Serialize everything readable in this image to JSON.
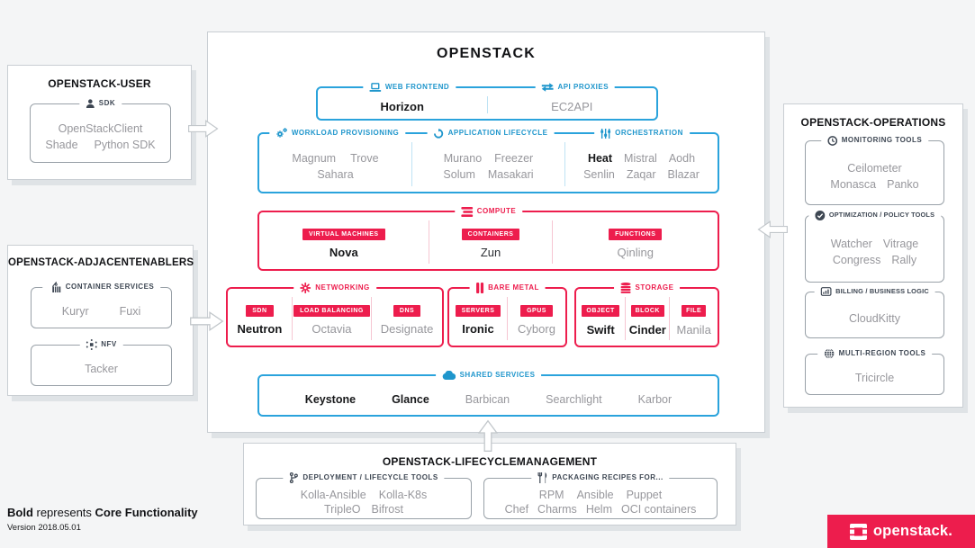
{
  "colors": {
    "brand_red": "#ed1d4d",
    "brand_blue": "#2aa3dc",
    "label_blue": "#1f96cc",
    "dark_navy": "#3e4753",
    "gray_text": "#97979c",
    "black_text": "#17181a",
    "background": "#f4f5f6"
  },
  "user_panel": {
    "title": "OPENSTACK-USER",
    "sdk": {
      "label": "SDK",
      "icon": "person-icon",
      "line1": [
        "OpenStackClient"
      ],
      "line2": [
        "Shade",
        "Python SDK"
      ]
    }
  },
  "adjacent_panel": {
    "title": "OPENSTACK-ADJACENTENABLERS",
    "container_services": {
      "label": "CONTAINER SERVICES",
      "icon": "crane-icon",
      "items": [
        "Kuryr",
        "Fuxi"
      ]
    },
    "nfv": {
      "label": "NFV",
      "icon": "nfv-node-icon",
      "items": [
        "Tacker"
      ]
    }
  },
  "openstack_panel": {
    "title": "OPENSTACK",
    "web_frontend": {
      "label": "WEB FRONTEND",
      "icon": "laptop-icon",
      "items": [
        "Horizon"
      ]
    },
    "api_proxies": {
      "label": "API PROXIES",
      "icon": "swap-arrows-icon",
      "items": [
        "EC2API"
      ]
    },
    "workload_provisioning": {
      "label": "WORKLOAD PROVISIONING",
      "icon": "gears-icon",
      "row1": [
        "Magnum",
        "Trove"
      ],
      "row2": [
        "Sahara"
      ]
    },
    "application_lifecycle": {
      "label": "APPLICATION LIFECYCLE",
      "icon": "refresh-icon",
      "row1": [
        "Murano",
        "Freezer"
      ],
      "row2": [
        "Solum",
        "Masakari"
      ]
    },
    "orchestration": {
      "label": "ORCHESTRATION",
      "icon": "sliders-icon",
      "row1": [
        "Heat",
        "Mistral",
        "Aodh"
      ],
      "row2": [
        "Senlin",
        "Zaqar",
        "Blazar"
      ]
    },
    "compute": {
      "label": "COMPUTE",
      "icon": "stacked-bars-icon",
      "sub": [
        {
          "badge": "VIRTUAL MACHINES",
          "name": "Nova"
        },
        {
          "badge": "CONTAINERS",
          "name": "Zun"
        },
        {
          "badge": "FUNCTIONS",
          "name": "Qinling"
        }
      ]
    },
    "networking": {
      "label": "NETWORKING",
      "icon": "asterisk-hub-icon",
      "sub": [
        {
          "badge": "SDN",
          "name": "Neutron"
        },
        {
          "badge": "LOAD BALANCING",
          "name": "Octavia"
        },
        {
          "badge": "DNS",
          "name": "Designate"
        }
      ]
    },
    "bare_metal": {
      "label": "BARE METAL",
      "icon": "server-bars-icon",
      "sub": [
        {
          "badge": "SERVERS",
          "name": "Ironic"
        },
        {
          "badge": "GPUS",
          "name": "Cyborg"
        }
      ]
    },
    "storage": {
      "label": "STORAGE",
      "icon": "db-cylinder-icon",
      "sub": [
        {
          "badge": "OBJECT",
          "name": "Swift"
        },
        {
          "badge": "BLOCK",
          "name": "Cinder"
        },
        {
          "badge": "FILE",
          "name": "Manila"
        }
      ]
    },
    "shared_services": {
      "label": "SHARED SERVICES",
      "icon": "cloud-icon",
      "items": [
        "Keystone",
        "Glance",
        "Barbican",
        "Searchlight",
        "Karbor"
      ]
    }
  },
  "operations_panel": {
    "title": "OPENSTACK-OPERATIONS",
    "monitoring": {
      "label": "MONITORING TOOLS",
      "icon": "clock-icon",
      "row1": [
        "Ceilometer"
      ],
      "row2": [
        "Monasca",
        "Panko"
      ]
    },
    "optimization": {
      "label": "OPTIMIZATION / POLICY TOOLS",
      "icon": "check-circle-icon",
      "row1": [
        "Watcher",
        "Vitrage"
      ],
      "row2": [
        "Congress",
        "Rally"
      ]
    },
    "billing": {
      "label": "BILLING / BUSINESS LOGIC",
      "icon": "bar-chart-icon",
      "row1": [
        "CloudKitty"
      ]
    },
    "multi_region": {
      "label": "MULTI-REGION TOOLS",
      "icon": "globe-icon",
      "row1": [
        "Tricircle"
      ]
    }
  },
  "lifecycle_panel": {
    "title": "OPENSTACK-LIFECYCLEMANAGEMENT",
    "deployment": {
      "label": "DEPLOYMENT / LIFECYCLE TOOLS",
      "icon": "git-branch-icon",
      "row1": [
        "Kolla-Ansible",
        "Kolla-K8s"
      ],
      "row2": [
        "TripleO",
        "Bifrost"
      ]
    },
    "packaging": {
      "label": "PACKAGING RECIPES FOR...",
      "icon": "utensils-icon",
      "row1": [
        "RPM",
        "Ansible",
        "Puppet"
      ],
      "row2": [
        "Chef",
        "Charms",
        "Helm",
        "OCI containers"
      ]
    }
  },
  "core_projects": [
    "Horizon",
    "Heat",
    "Nova",
    "Neutron",
    "Ironic",
    "Swift",
    "Cinder",
    "Keystone",
    "Glance"
  ],
  "legend": {
    "bold_word": "Bold",
    "middle_text": " represents ",
    "core_text": "Core Functionality",
    "version": "Version 2018.05.01"
  },
  "brand": {
    "logo_text": "openstack.",
    "logo_icon": "openstack-logo-mark"
  }
}
